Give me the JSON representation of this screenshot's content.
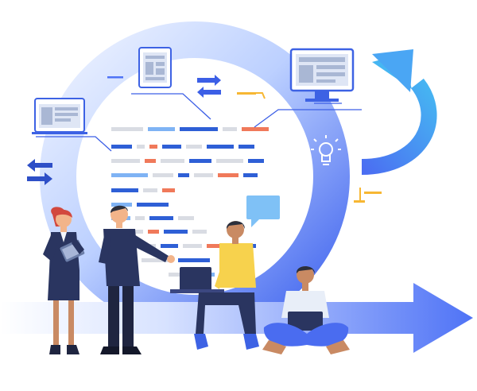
{
  "illustration": {
    "scene": "agile-development-cycle",
    "palette": {
      "ring_light": "#d6e3ff",
      "ring_mid": "#8fb0ff",
      "ring_dark": "#4a6cf0",
      "arrow_blue": "#4f73f6",
      "accent_cyan": "#3aa6f0",
      "code_orange": "#f0795a",
      "code_gray": "#d9dce3",
      "code_blue_light": "#7fb3f4",
      "code_blue_dark": "#2e5fd6",
      "navy": "#2a3560",
      "yellow": "#f7d24d",
      "skin": "#f2b48a",
      "skin_dark": "#c98a63",
      "hair_red": "#d2483e",
      "hair_dark": "#2b2f3c",
      "bubble": "#7fc1f6"
    },
    "icons": [
      "browser-window-icon",
      "mobile-screen-icon",
      "lightbulb-icon",
      "swap-arrows-icon",
      "cycle-arrow-icon",
      "chat-bubble-icon",
      "laptop-icon",
      "tablet-icon"
    ],
    "people": [
      "woman-with-tablet",
      "man-pointing",
      "man-with-laptop-sitting",
      "man-cross-legged-laptop"
    ]
  }
}
